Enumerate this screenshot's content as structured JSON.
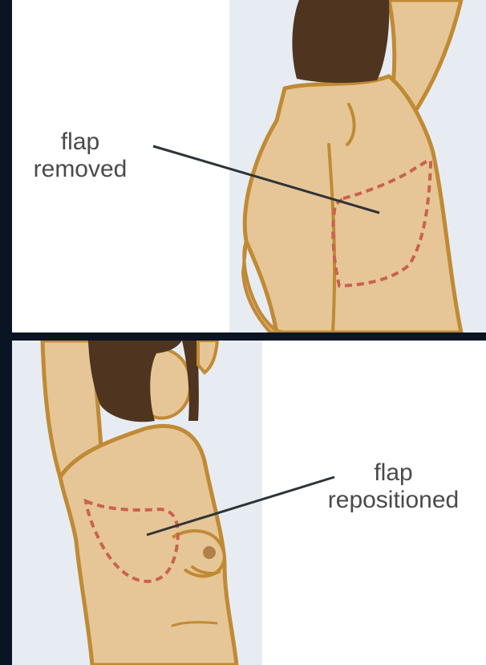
{
  "panels": [
    {
      "id": "back",
      "label_lines": [
        "flap",
        "removed"
      ]
    },
    {
      "id": "front",
      "label_lines": [
        "flap",
        "repositioned"
      ]
    }
  ],
  "colors": {
    "background": "#0b1422",
    "panel": "#ffffff",
    "backdrop": "#e7ecf3",
    "skin": "#e6c696",
    "skin_shadow": "#d6b07b",
    "outline": "#c08a35",
    "hair": "#4f3420",
    "incision": "#c96250",
    "pointer_line": "#2d3438"
  }
}
